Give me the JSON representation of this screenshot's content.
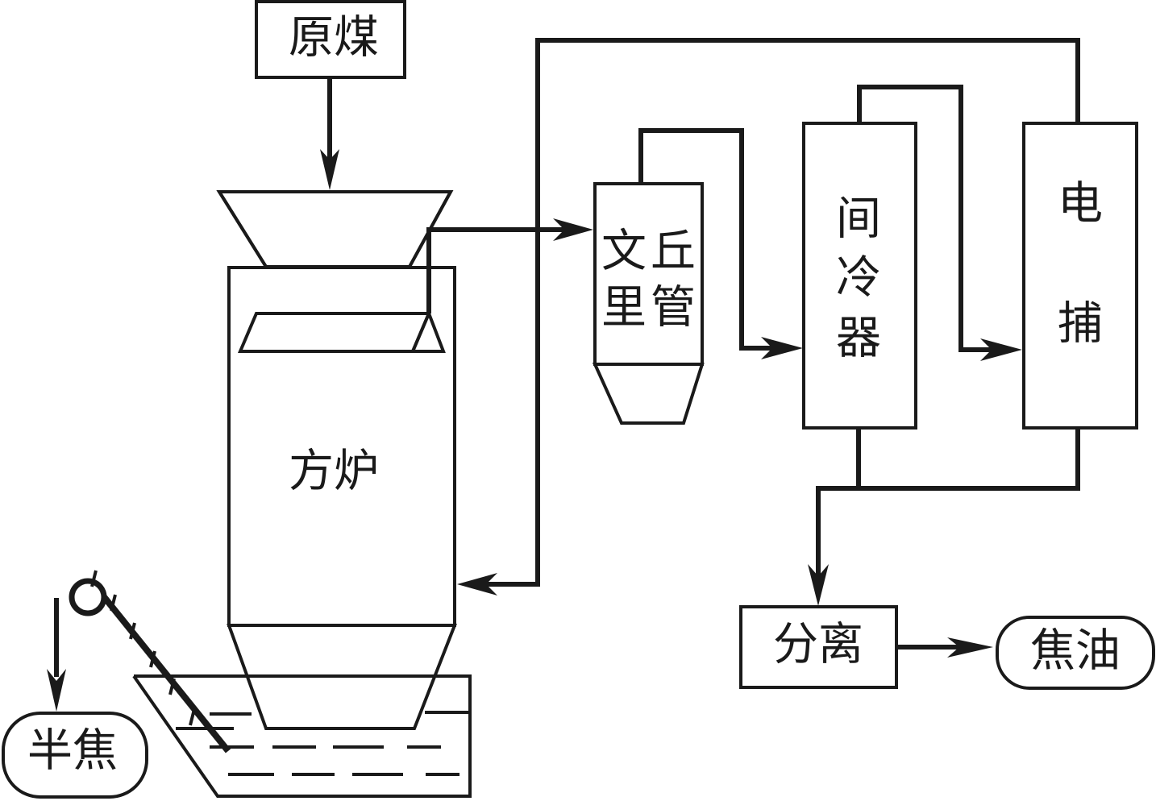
{
  "diagram": {
    "title": "",
    "colors": {
      "stroke": "#1a1a1a",
      "background": "#ffffff"
    },
    "nodes": {
      "raw_coal": {
        "label": "原煤"
      },
      "furnace": {
        "label": "方炉"
      },
      "venturi": {
        "label_col1": "文里",
        "label_col1_top": "文",
        "label_col1_bottom": "里",
        "label_col2_top": "丘",
        "label_col2_bottom": "管"
      },
      "intercooler": {
        "label_1": "间",
        "label_2": "冷",
        "label_3": "器"
      },
      "electrostatic_precipitator": {
        "label_1": "电",
        "label_2": "捕"
      },
      "separation": {
        "label": "分离"
      },
      "tar": {
        "label": "焦油"
      },
      "semi_coke": {
        "label": "半焦"
      }
    },
    "flows": [
      {
        "from": "原煤",
        "to": "方炉 (hopper)"
      },
      {
        "from": "方炉",
        "to": "文丘里管"
      },
      {
        "from": "文丘里管",
        "to": "间冷器"
      },
      {
        "from": "间冷器",
        "to": "电捕"
      },
      {
        "from": "电捕",
        "to": "方炉 (gas return)"
      },
      {
        "from": "间冷器 + 电捕",
        "to": "分离"
      },
      {
        "from": "分离",
        "to": "焦油"
      },
      {
        "from": "方炉 (scraper conveyor)",
        "to": "半焦"
      }
    ]
  }
}
